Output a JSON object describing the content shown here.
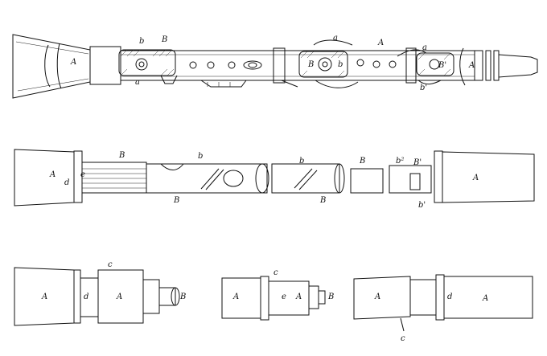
{
  "figure": {
    "labels": {
      "f1_A_bell": "A",
      "f1_b": "b",
      "f1_B_top": "B",
      "f1_a_bottom": "a",
      "f1_a_top": "a",
      "f1_A_mid": "A",
      "f1_B_window": "B",
      "f1_b_window": "b",
      "f1_a_right": "a",
      "f1_Bprime": "B'",
      "f1_A_right": "A",
      "f1_bprime_bottom": "b'",
      "f2_A_left": "A",
      "f2_B_left": "B",
      "f2_b_left": "b",
      "f2_d": "d",
      "f2_e": "e",
      "f2_B_under": "B",
      "f2_b_mid": "b",
      "f2_B_mid": "B",
      "f2_B_small": "B",
      "f2_b2": "b²",
      "f2_Bprime": "B'",
      "f2_A_right": "A",
      "f2_bprime": "b'",
      "f3_A_1": "A",
      "f3_c_1": "c",
      "f3_d_1": "d",
      "f3_A_2": "A",
      "f3_B_1": "B",
      "f3_A_3": "A",
      "f3_c_2": "c",
      "f3_e": "e",
      "f3_A_4": "A",
      "f3_B_2": "B",
      "f3_A_5": "A",
      "f3_A_6": "A",
      "f3_d_2": "d",
      "f3_c_3": "c"
    }
  }
}
